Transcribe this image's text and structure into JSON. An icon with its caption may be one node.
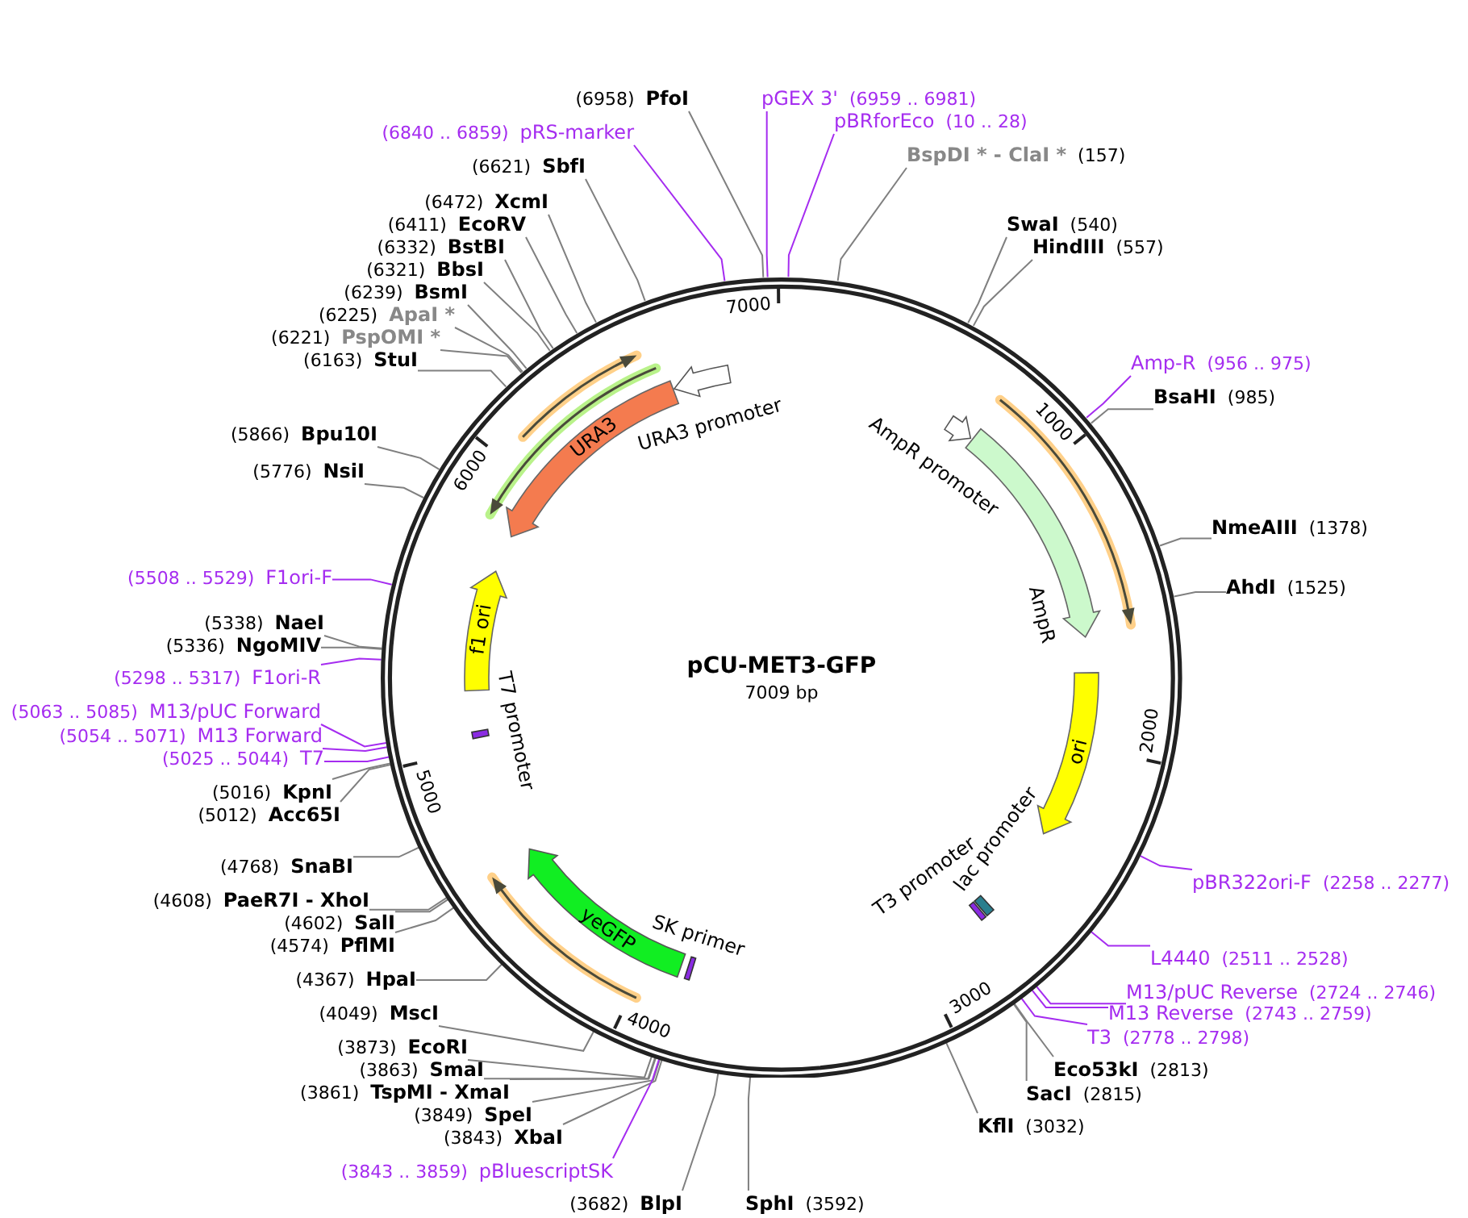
{
  "diagram": {
    "title": "pCU-MET3-GFP",
    "nodes": [
      {
        "text": [
          "pGEX 3'",
          "(6959 .. 6981)"
        ]
      },
      {
        "text": [
          "(6958)",
          "PfoI"
        ]
      },
      {
        "text": [
          "pBRforEco",
          "(10 .. 28)"
        ]
      },
      {
        "text": [
          "(6840 .. 6859)",
          "pRS-marker"
        ]
      },
      {
        "text": [
          "BspDI * - ClaI *",
          "(157)"
        ]
      },
      {
        "text": [
          "(6621)",
          "SbfI"
        ]
      },
      {
        "text": [
          "(6472)",
          "XcmI"
        ]
      },
      {
        "text": [
          "SwaI",
          "(540)"
        ]
      },
      {
        "text": [
          "(6411)",
          "EcoRV"
        ]
      },
      {
        "text": [
          "(6332)",
          "BstBI"
        ]
      },
      {
        "text": [
          "HindIII",
          "(557)"
        ]
      },
      {
        "text": [
          "(6321)",
          "BbsI"
        ]
      },
      {
        "text": [
          "(6239)",
          "BsmI"
        ]
      },
      {
        "text": [
          "(6225)",
          "ApaI *"
        ]
      },
      {
        "text": [
          "(6221)",
          "PspOMI *"
        ]
      },
      {
        "text": [
          "(6163)",
          "StuI"
        ]
      },
      {
        "text": [
          "Amp-R",
          "(956 .. 975)"
        ]
      },
      {
        "text": [
          "BsaHI",
          "(985)"
        ]
      },
      {
        "text": [
          "(5866)",
          "Bpu10I"
        ]
      },
      {
        "text": [
          "(5776)",
          "NsiI"
        ]
      },
      {
        "text": [
          "NmeAIII",
          "(1378)"
        ]
      },
      {
        "text": [
          "(5508 .. 5529)",
          "F1ori-F"
        ]
      },
      {
        "text": [
          "AhdI",
          "(1525)"
        ]
      },
      {
        "text": [
          "(5338)",
          "NaeI"
        ]
      },
      {
        "text": [
          "(5336)",
          "NgoMIV"
        ]
      },
      {
        "text": [
          "(5298 .. 5317)",
          "F1ori-R"
        ]
      },
      {
        "text": [
          "(5063 .. 5085)",
          "M13/pUC Forward"
        ]
      },
      {
        "text": [
          "(5054 .. 5071)",
          "M13 Forward"
        ]
      },
      {
        "text": [
          "(5025 .. 5044)",
          "T7"
        ]
      },
      {
        "text": [
          "(5016)",
          "KpnI"
        ]
      },
      {
        "text": [
          "(5012)",
          "Acc65I"
        ]
      },
      {
        "text": [
          "(4768)",
          "SnaBI"
        ]
      },
      {
        "text": [
          "pBR322ori-F",
          "(2258 .. 2277)"
        ]
      },
      {
        "text": [
          "(4608)",
          "PaeR7I - XhoI"
        ]
      },
      {
        "text": [
          "(4602)",
          "SalI"
        ]
      },
      {
        "text": [
          "(4574)",
          "PflMI"
        ]
      },
      {
        "text": [
          "L4440",
          "(2511 .. 2528)"
        ]
      },
      {
        "text": [
          "(4367)",
          "HpaI"
        ]
      },
      {
        "text": [
          "M13/pUC Reverse",
          "(2724 .. 2746)"
        ]
      },
      {
        "text": [
          "M13 Reverse",
          "(2743 .. 2759)"
        ]
      },
      {
        "text": [
          "(4049)",
          "MscI"
        ]
      },
      {
        "text": [
          "T3",
          "(2778 .. 2798)"
        ]
      },
      {
        "text": [
          "(3873)",
          "EcoRI"
        ]
      },
      {
        "text": [
          "(3863)",
          "SmaI"
        ]
      },
      {
        "text": [
          "Eco53kI",
          "(2813)"
        ]
      },
      {
        "text": [
          "(3861)",
          "TspMI - XmaI"
        ]
      },
      {
        "text": [
          "SacI",
          "(2815)"
        ]
      },
      {
        "text": [
          "(3849)",
          "SpeI"
        ]
      },
      {
        "text": [
          "KflI",
          "(3032)"
        ]
      },
      {
        "text": [
          "(3843)",
          "XbaI"
        ]
      },
      {
        "text": [
          "(3843 .. 3859)",
          "pBluescriptSK"
        ]
      },
      {
        "text": [
          "(3682)",
          "BlpI"
        ]
      },
      {
        "text": [
          "SphI",
          "(3592)"
        ]
      },
      {
        "text": [],
        "shape": "arrow",
        "beside": [
          "URA3 promoter"
        ],
        "in": 64
      },
      {
        "text": [
          "URA3"
        ],
        "in": 64
      },
      {
        "text": [],
        "shape": "arrow",
        "beside": [
          "AmpR promoter"
        ],
        "in": 64
      },
      {
        "text": [],
        "shape": "arrow",
        "beside": [
          "AmpR"
        ],
        "in": 64
      },
      {
        "text": [
          "ori"
        ],
        "in": 64
      },
      {
        "text": [],
        "shape": "bar",
        "beside": [
          "lac promoter"
        ],
        "in": 64
      },
      {
        "text": [],
        "shape": "bar",
        "beside": [
          "T3 promoter"
        ],
        "in": 64
      },
      {
        "text": [],
        "shape": "bar",
        "beside": [
          "SK primer"
        ],
        "in": 64
      },
      {
        "text": [
          "yeGFP"
        ],
        "in": 64
      },
      {
        "text": [],
        "shape": "bar",
        "beside": [
          "T7 promoter"
        ],
        "in": 64
      },
      {
        "text": [
          "f1 ori"
        ],
        "in": 64
      },
      {
        "text": [],
        "shape": "circle"
      }
    ],
    "edges": [
      {
        "from": 0,
        "to": 64,
        "arrow": "none",
        "color": "#a52cf0"
      },
      {
        "from": 1,
        "to": 64,
        "arrow": "none"
      },
      {
        "from": 2,
        "to": 64,
        "arrow": "none",
        "color": "#a52cf0"
      },
      {
        "from": 3,
        "to": 64,
        "arrow": "none",
        "color": "#a52cf0"
      },
      {
        "from": 4,
        "to": 64,
        "arrow": "none"
      },
      {
        "from": 5,
        "to": 64,
        "arrow": "none"
      },
      {
        "from": 6,
        "to": 64,
        "arrow": "none"
      },
      {
        "from": 7,
        "to": 64,
        "arrow": "none"
      },
      {
        "from": 8,
        "to": 64,
        "arrow": "none"
      },
      {
        "from": 9,
        "to": 64,
        "arrow": "none"
      },
      {
        "from": 10,
        "to": 64,
        "arrow": "none"
      },
      {
        "from": 11,
        "to": 64,
        "arrow": "none"
      },
      {
        "from": 12,
        "to": 64,
        "arrow": "none"
      },
      {
        "from": 13,
        "to": 64,
        "arrow": "none"
      },
      {
        "from": 14,
        "to": 64,
        "arrow": "none"
      },
      {
        "from": 15,
        "to": 64,
        "arrow": "none"
      },
      {
        "from": 16,
        "to": 64,
        "arrow": "none",
        "color": "#a52cf0"
      },
      {
        "from": 17,
        "to": 64,
        "arrow": "none"
      },
      {
        "from": 18,
        "to": 64,
        "arrow": "none"
      },
      {
        "from": 19,
        "to": 64,
        "arrow": "none"
      },
      {
        "from": 20,
        "to": 64,
        "arrow": "none"
      },
      {
        "from": 21,
        "to": 64,
        "arrow": "none",
        "color": "#a52cf0"
      },
      {
        "from": 22,
        "to": 64,
        "arrow": "none"
      },
      {
        "from": 23,
        "to": 64,
        "arrow": "none"
      },
      {
        "from": 24,
        "to": 64,
        "arrow": "none"
      },
      {
        "from": 25,
        "to": 64,
        "arrow": "none",
        "color": "#a52cf0"
      },
      {
        "from": 26,
        "to": 64,
        "arrow": "none",
        "color": "#a52cf0"
      },
      {
        "from": 27,
        "to": 64,
        "arrow": "none",
        "color": "#a52cf0"
      },
      {
        "from": 28,
        "to": 64,
        "arrow": "none",
        "color": "#a52cf0"
      },
      {
        "from": 29,
        "to": 64,
        "arrow": "none"
      },
      {
        "from": 30,
        "to": 64,
        "arrow": "none"
      },
      {
        "from": 31,
        "to": 64,
        "arrow": "none"
      },
      {
        "from": 32,
        "to": 64,
        "arrow": "none",
        "color": "#a52cf0"
      },
      {
        "from": 33,
        "to": 64,
        "arrow": "none"
      },
      {
        "from": 34,
        "to": 64,
        "arrow": "none"
      },
      {
        "from": 35,
        "to": 64,
        "arrow": "none"
      },
      {
        "from": 36,
        "to": 64,
        "arrow": "none",
        "color": "#a52cf0"
      },
      {
        "from": 37,
        "to": 64,
        "arrow": "none"
      },
      {
        "from": 38,
        "to": 64,
        "arrow": "none",
        "color": "#a52cf0"
      },
      {
        "from": 39,
        "to": 64,
        "arrow": "none",
        "color": "#a52cf0"
      },
      {
        "from": 40,
        "to": 64,
        "arrow": "none"
      },
      {
        "from": 41,
        "to": 64,
        "arrow": "none",
        "color": "#a52cf0"
      },
      {
        "from": 42,
        "to": 64,
        "arrow": "none"
      },
      {
        "from": 43,
        "to": 64,
        "arrow": "none"
      },
      {
        "from": 44,
        "to": 64,
        "arrow": "none"
      },
      {
        "from": 45,
        "to": 64,
        "arrow": "none"
      },
      {
        "from": 46,
        "to": 64,
        "arrow": "none"
      },
      {
        "from": 47,
        "to": 64,
        "arrow": "none"
      },
      {
        "from": 48,
        "to": 64,
        "arrow": "none"
      },
      {
        "from": 49,
        "to": 64,
        "arrow": "none"
      },
      {
        "from": 50,
        "to": 64,
        "arrow": "none",
        "color": "#a52cf0"
      },
      {
        "from": 51,
        "to": 64,
        "arrow": "none"
      },
      {
        "from": 52,
        "to": 64,
        "arrow": "none"
      }
    ],
    "labels": [
      "7009 bp",
      "1000",
      "2000",
      "3000",
      "4000",
      "5000",
      "6000",
      "7000"
    ]
  }
}
